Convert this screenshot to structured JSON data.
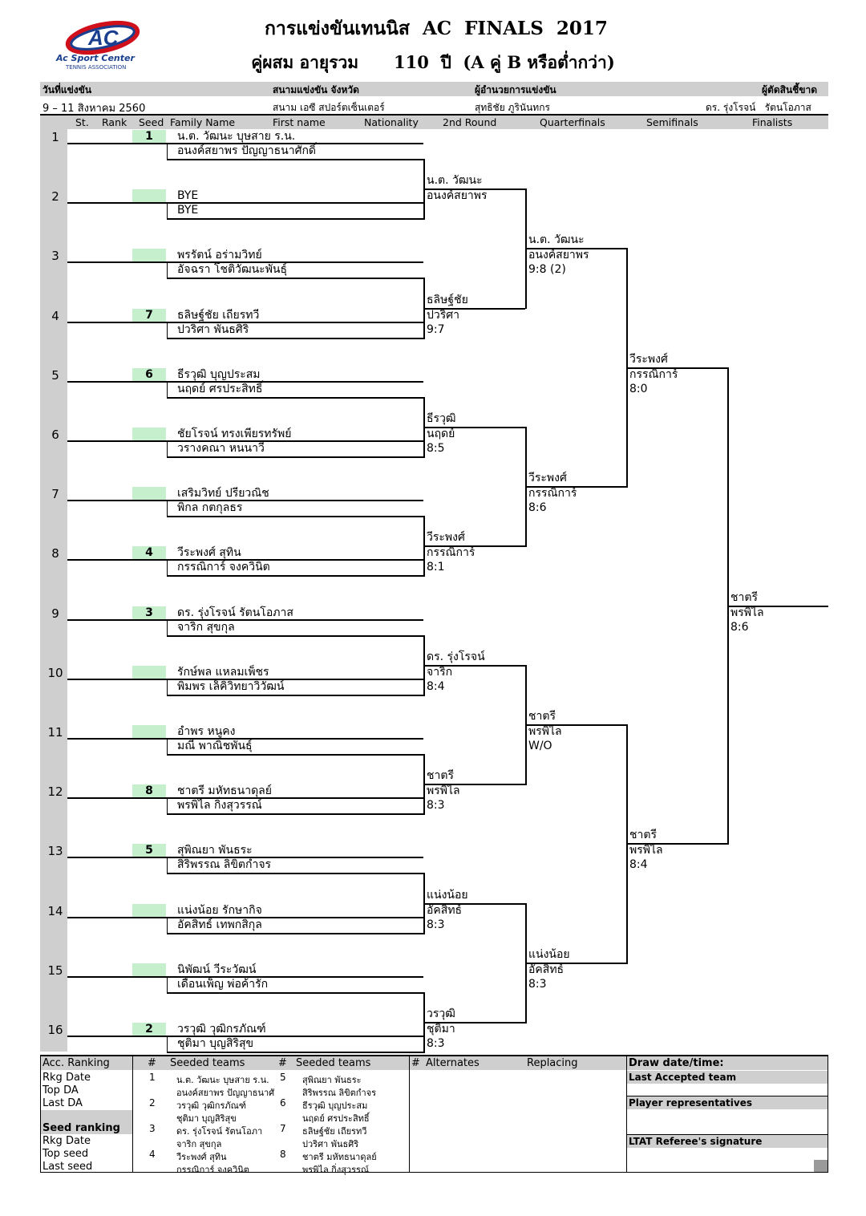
{
  "header": {
    "logo_text": "AC",
    "logo_sub1": "Ac Sport Center",
    "logo_sub2": "TENNIS ASSOCIATION",
    "title1": "การแข่งขันเทนนิส  AC  FINALS  2017",
    "title2": "คู่ผสม อายุรวม      110  ปี  (A คู่ B หรือต่ำกว่า)"
  },
  "info": {
    "date_label": "วันที่แข่งขัน",
    "venue_label": "สนามแข่งขัน จังหวัด",
    "director_label": "ผู้อำนวยการแข่งขัน",
    "referee_label": "ผู้ตัดสินชี้ขาด",
    "date_value": "9 – 11  สิงหาคม 2560",
    "venue_value": "สนาม เอซี สปอร์ตเซ็นเตอร์",
    "director_value": "สุทธิชัย  ภูรินันทกร",
    "referee_value": "ดร. รุ่งโรจน์   รัตนโอภาส"
  },
  "columns": [
    "St.",
    "Rank",
    "Seed",
    "Family Name",
    "First name",
    "Nationality",
    "2nd Round",
    "Quarterfinals",
    "Semifinals",
    "Finalists"
  ],
  "draw": [
    {
      "n": "1",
      "seed": "1",
      "p1": "น.ต. วัฒนะ  บุษสาย ร.น.",
      "p2": "อนงค์สยาพร  ปัญญาธนาศักดิ์"
    },
    {
      "n": "2",
      "seed": "",
      "p1": "BYE",
      "p2": "BYE"
    },
    {
      "n": "3",
      "seed": "",
      "p1": "พรรัตน์  อร่ามวิทย์",
      "p2": "อัจฉรา   โชติวัฒนะพันธุ์"
    },
    {
      "n": "4",
      "seed": "7",
      "p1": "ธลิษฐ์ชัย  เถียรทวี",
      "p2": "ปวริศา  พันธศิริ"
    },
    {
      "n": "5",
      "seed": "6",
      "p1": "ธีรวุฒิ  บุญประสม",
      "p2": "นฤดย์  ศรประสิทธิ์"
    },
    {
      "n": "6",
      "seed": "",
      "p1": "ชัยโรจน์  ทรงเพียรทรัพย์",
      "p2": "วรางคณา  หนนาวี"
    },
    {
      "n": "7",
      "seed": "",
      "p1": "เสริมวิทย์  ปรียวณิช",
      "p2": "พิกล  กตกุลธร"
    },
    {
      "n": "8",
      "seed": "4",
      "p1": "วีระพงศ์   สุทิน",
      "p2": "กรรณิการ์  จงควินิต"
    },
    {
      "n": "9",
      "seed": "3",
      "p1": "ดร. รุ่งโรจน์   รัตนโอภาส",
      "p2": "จาริก  สุขกุล"
    },
    {
      "n": "10",
      "seed": "",
      "p1": "รักษ์พล  แหลมเพ็ชร",
      "p2": "พิมพร  เล็คิวิทยาวิวัฒน์"
    },
    {
      "n": "11",
      "seed": "",
      "p1": "อำพร   หนูคง",
      "p2": "มณี   พาณิชพันธุ์"
    },
    {
      "n": "12",
      "seed": "8",
      "p1": "ชาตรี   มหัทธนาดุลย์",
      "p2": "พรพิไล   กิ่งสุวรรณ์"
    },
    {
      "n": "13",
      "seed": "5",
      "p1": "สุพิณยา  พันธระ",
      "p2": "สิริพรรณ  ลิขิตกำจร"
    },
    {
      "n": "14",
      "seed": "",
      "p1": "แน่งน้อย   รักษากิจ",
      "p2": "อัคสิทธ์  เทพกสิกุล"
    },
    {
      "n": "15",
      "seed": "",
      "p1": "นิพัฒน์  วีระวัฒน์",
      "p2": "เดือนเพ็ญ  พ่อค้ารัก"
    },
    {
      "n": "16",
      "seed": "2",
      "p1": "วรวุฒิ   วุฒิกรภัณฑ์",
      "p2": "ชุติมา  บุญสิริสุข"
    }
  ],
  "round2": [
    {
      "p1": "น.ต. วัฒนะ",
      "p2": "อนงค์สยาพร",
      "score": ""
    },
    {
      "p1": "ธลิษฐ์ชัย",
      "p2": "ปวริศา",
      "score": "9:7"
    },
    {
      "p1": "ธีรวุฒิ",
      "p2": "นฤดย์",
      "score": "8:5"
    },
    {
      "p1": "วีระพงศ์",
      "p2": "กรรณิการ์",
      "score": "8:1"
    },
    {
      "p1": "ดร. รุ่งโรจน์",
      "p2": "จาริก",
      "score": "8:4"
    },
    {
      "p1": "ชาตรี",
      "p2": "พรพิไล",
      "score": "8:3"
    },
    {
      "p1": "แน่งน้อย",
      "p2": "อัคสิทธ์",
      "score": "8:3"
    },
    {
      "p1": "วรวุฒิ",
      "p2": "ชุติมา",
      "score": "8:3"
    }
  ],
  "quarterfinals": [
    {
      "p1": "น.ต. วัฒนะ",
      "p2": "อนงค์สยาพร",
      "score": "9:8 (2)"
    },
    {
      "p1": "วีระพงศ์",
      "p2": "กรรณิการ์",
      "score": "8:6"
    },
    {
      "p1": "ชาตรี",
      "p2": "พรพิไล",
      "score": "W/O"
    },
    {
      "p1": "แน่งน้อย",
      "p2": "อัคสิทธ์",
      "score": "8:3"
    }
  ],
  "semifinals": [
    {
      "p1": "วีระพงศ์",
      "p2": "กรรณิการ์",
      "score": "8:0"
    },
    {
      "p1": "ชาตรี",
      "p2": "พรพิไล",
      "score": "8:4"
    }
  ],
  "final": {
    "p1": "ชาตรี",
    "p2": "พรพิไล",
    "score": "8:6"
  },
  "footer": {
    "acc_ranking": "Acc. Ranking",
    "rkg_date": "Rkg Date",
    "top_da": "Top DA",
    "last_da": "Last DA",
    "seed_ranking": "Seed ranking",
    "rkg_date2": "Rkg Date",
    "top_seed": "Top seed",
    "last_seed": "Last seed",
    "hash": "#",
    "seeded_teams": "Seeded teams",
    "alternates": "Alternates",
    "replacing": "Replacing",
    "draw_date": "Draw date/time:",
    "last_accepted": "Last Accepted team",
    "player_reps": "Player representatives",
    "referee_sig": "LTAT Referee's signature",
    "seeds": [
      {
        "n": "1",
        "a": "น.ต. วัฒนะ  บุษสาย ร.น.",
        "b": "อนงค์สยาพร  ปัญญาธนาศัก"
      },
      {
        "n": "2",
        "a": "วรวุฒิ   วุฒิกรภัณฑ์",
        "b": "ชุติมา  บุญสิริสุข"
      },
      {
        "n": "3",
        "a": "ดร. รุ่งโรจน์  รัตนโอภา",
        "b": "จาริก  สุขกุล"
      },
      {
        "n": "4",
        "a": "วีระพงศ์   สุทิน",
        "b": "กรรณิการ์  จงควินิต"
      },
      {
        "n": "5",
        "a": "สุพิณยา  พันธระ",
        "b": "สิริพรรณ  ลิขิตกำจร"
      },
      {
        "n": "6",
        "a": "ธีรวุฒิ  บุญประสม",
        "b": "นฤดย์  ศรประสิทธิ์"
      },
      {
        "n": "7",
        "a": "ธลิษฐ์ชัย  เถียรทวี",
        "b": "ปวริศา  พันธศิริ"
      },
      {
        "n": "8",
        "a": "ชาตรี   มหัทธนาดุลย์",
        "b": "พรพิไล   กิ่งสุวรรณ์"
      }
    ]
  }
}
